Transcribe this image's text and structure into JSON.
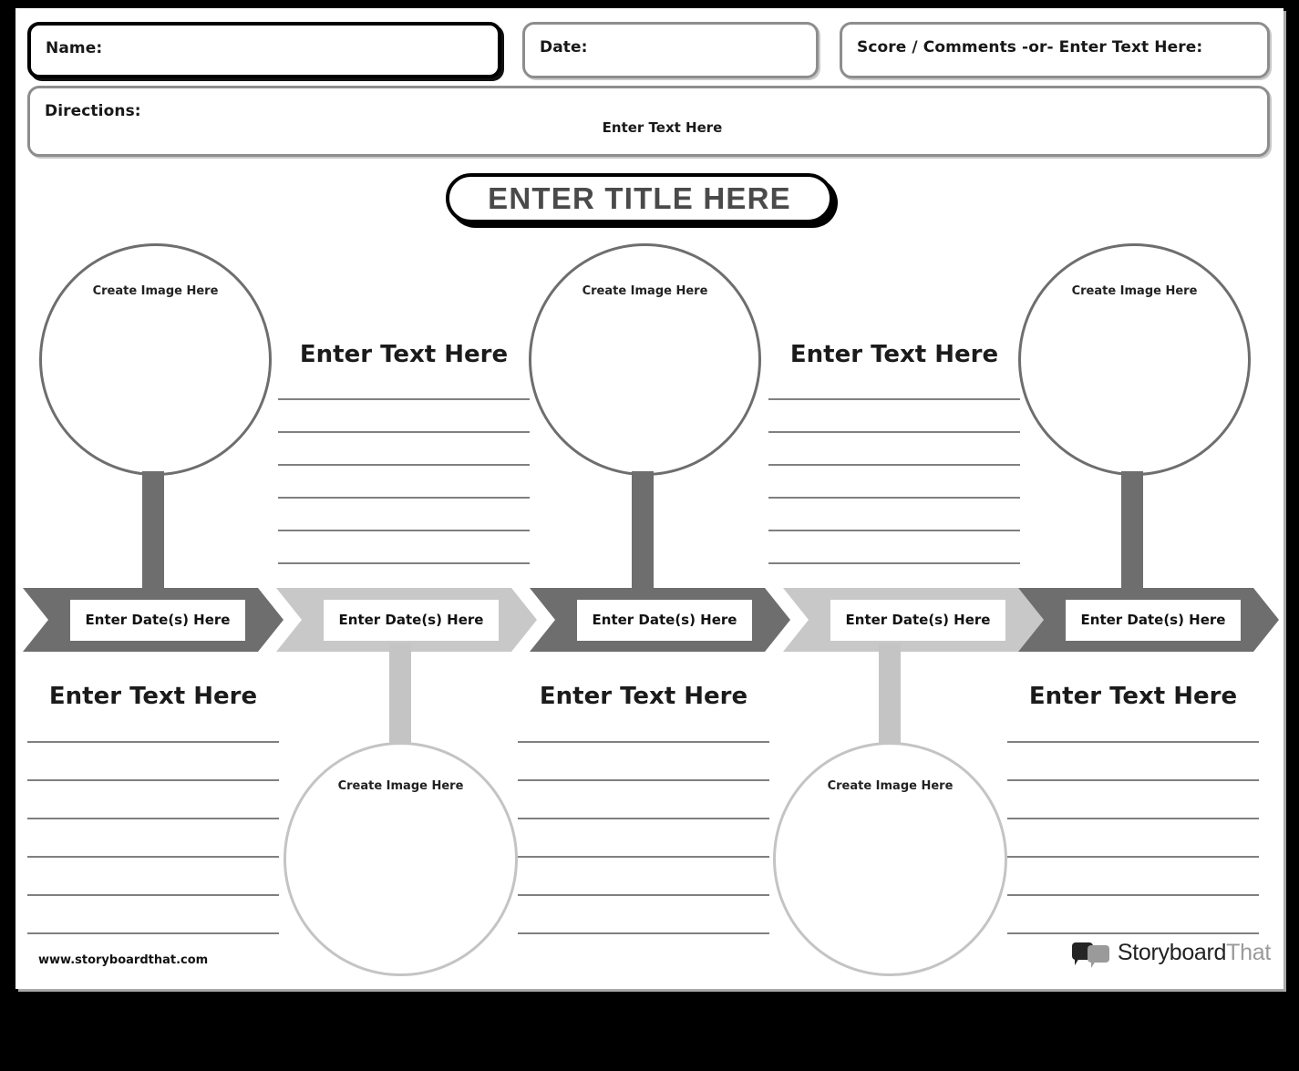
{
  "header": {
    "name_label": "Name:",
    "date_label": "Date:",
    "score_label": "Score / Comments -or- Enter Text Here:",
    "directions_label": "Directions:",
    "directions_placeholder": "Enter Text Here"
  },
  "title": "ENTER TITLE HERE",
  "labels": {
    "create_image": "Create Image Here",
    "enter_text": "Enter Text Here",
    "enter_dates": "Enter Date(s) Here"
  },
  "top_row": {
    "circles": [
      {
        "label": "Create Image Here",
        "tone": "dark"
      },
      {
        "label": "Create Image Here",
        "tone": "dark"
      },
      {
        "label": "Create Image Here",
        "tone": "dark"
      }
    ],
    "text_blocks": [
      {
        "heading": "Enter Text Here",
        "line_count": 6
      },
      {
        "heading": "Enter Text Here",
        "line_count": 6
      }
    ]
  },
  "timeline": {
    "steps": [
      {
        "label": "Enter Date(s) Here",
        "tone": "dark"
      },
      {
        "label": "Enter Date(s) Here",
        "tone": "light"
      },
      {
        "label": "Enter Date(s) Here",
        "tone": "dark"
      },
      {
        "label": "Enter Date(s) Here",
        "tone": "light"
      },
      {
        "label": "Enter Date(s) Here",
        "tone": "dark"
      }
    ]
  },
  "bottom_row": {
    "text_blocks": [
      {
        "heading": "Enter Text Here",
        "line_count": 6
      },
      {
        "heading": "Enter Text Here",
        "line_count": 6
      },
      {
        "heading": "Enter Text Here",
        "line_count": 6
      }
    ],
    "circles": [
      {
        "label": "Create Image Here",
        "tone": "light"
      },
      {
        "label": "Create Image Here",
        "tone": "light"
      }
    ]
  },
  "footer": {
    "url": "www.storyboardthat.com",
    "brand_part1": "Storyboard",
    "brand_part2": "That"
  },
  "colors": {
    "dark_gray": "#6e6e6e",
    "light_gray": "#c8c8c8",
    "line_gray": "#808080",
    "title_text": "#4a4a4a",
    "page_bg": "#ffffff",
    "outer_bg": "#000000"
  }
}
